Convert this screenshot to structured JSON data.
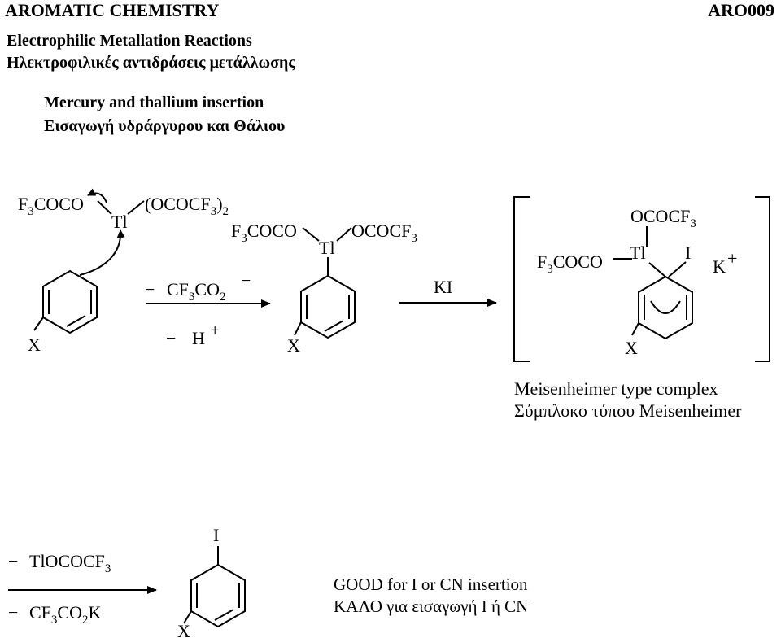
{
  "header": {
    "topic": "AROMATIC CHEMISTRY",
    "code": "ARO009",
    "title_en": "Electrophilic Metallation Reactions",
    "title_el": "Ηλεκτροφιλικές αντιδράσεις μετάλλωσης",
    "subtitle_en": "Mercury and thallium insertion",
    "subtitle_el": "Εισαγωγή υδράργυρου και Θάλιου"
  },
  "scheme": {
    "reactant": {
      "ligand_left": "F3COCO",
      "metal": "Tl",
      "ligand_right": "(OCOCF3)2",
      "substituent": "X"
    },
    "step1": {
      "minus_1": "−",
      "loss_1": "CF3CO2",
      "charge_1": "−",
      "minus_2": "−",
      "loss_2": "H",
      "charge_2": "+"
    },
    "intermediate": {
      "ligand_left": "F3COCO",
      "metal": "Tl",
      "ligand_right": "OCOCF3",
      "substituent": "X"
    },
    "step2": {
      "reagent": "KI"
    },
    "complex": {
      "ligand_top": "OCOCF3",
      "ligand_left": "F3COCO",
      "metal": "Tl",
      "iodide": "I",
      "ring_charge": "−",
      "counterion": "K",
      "counterion_charge": "+",
      "substituent": "X",
      "label_en": "Meisenheimer type complex",
      "label_el": "Σύμπλοκο τύπου Meisenheimer"
    },
    "step3": {
      "minus_1": "−",
      "loss_1": "TlOCOCF3",
      "minus_2": "−",
      "loss_2": "CF3CO2K"
    },
    "product": {
      "iodide": "I",
      "substituent": "X",
      "note_en": "GOOD for I or CN insertion",
      "note_el": "ΚΑΛΟ για εισαγωγή I ή CN"
    }
  }
}
